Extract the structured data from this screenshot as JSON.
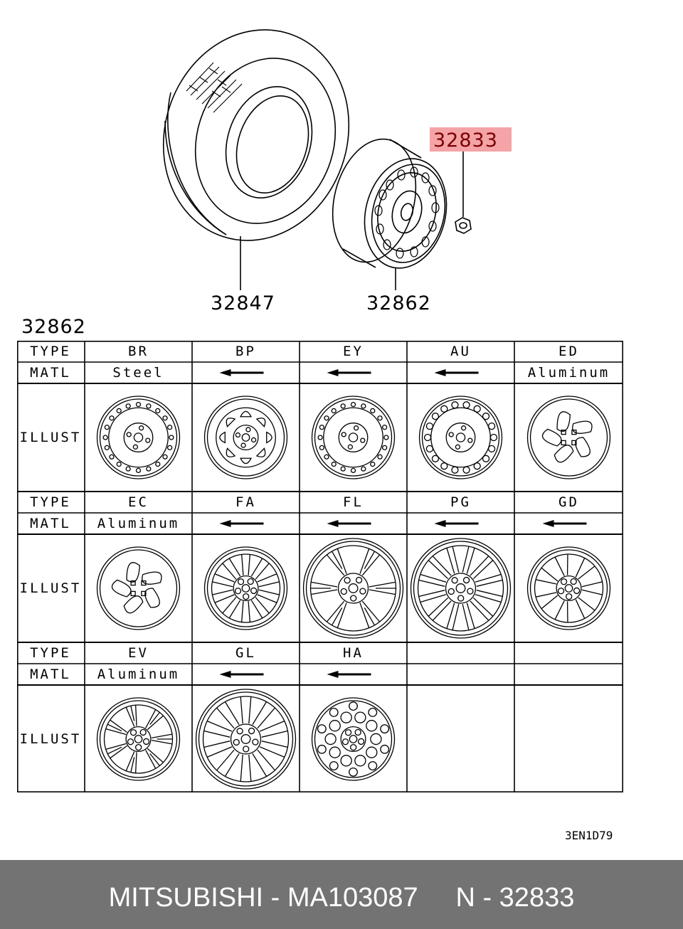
{
  "callouts": {
    "tire": "32847",
    "wheel": "32862",
    "nut": "32833",
    "table_title": "32862"
  },
  "highlight_color": "#f4a3a6",
  "table": {
    "row_labels": {
      "type": "TYPE",
      "matl": "MATL",
      "illust": "ILLUST"
    },
    "groups": [
      {
        "types": [
          "BR",
          "BP",
          "EY",
          "AU",
          "ED"
        ],
        "matls": [
          "Steel",
          "arrow",
          "arrow",
          "arrow",
          "Aluminum"
        ],
        "wheels": [
          "steel-holes-icon",
          "steel-slots-icon",
          "steel-holes-icon",
          "steel-holes-large-icon",
          "alloy-swirl-icon"
        ]
      },
      {
        "types": [
          "EC",
          "FA",
          "FL",
          "PG",
          "GD"
        ],
        "matls": [
          "Aluminum",
          "arrow",
          "arrow",
          "arrow",
          "arrow"
        ],
        "wheels": [
          "alloy-swirl-icon",
          "alloy-10-spoke-icon",
          "alloy-split-spoke-icon",
          "alloy-12-spoke-icon",
          "alloy-7-spoke-icon"
        ]
      },
      {
        "types": [
          "EV",
          "GL",
          "HA",
          "",
          ""
        ],
        "matls": [
          "Aluminum",
          "arrow",
          "arrow",
          "",
          ""
        ],
        "wheels": [
          "alloy-double-spoke-icon",
          "alloy-10-spoke-icon",
          "alloy-mesh-icon",
          "",
          ""
        ]
      }
    ]
  },
  "footer_code": "3EN1D79",
  "banner": {
    "text": "MITSUBISHI - MA103087     N - 32833",
    "background": "#737373"
  }
}
